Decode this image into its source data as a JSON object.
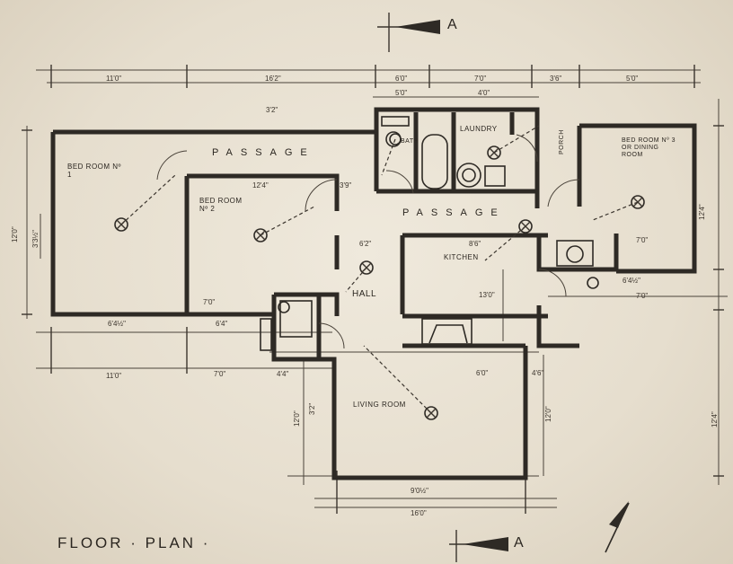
{
  "sheet": {
    "title": "FLOOR · PLAN ·",
    "section_mark": "A"
  },
  "rooms": {
    "bed_room_1": "BED ROOM Nº 1",
    "bed_room_2": "BED ROOM Nº 2",
    "bed_room_3": "BED ROOM Nº 3 OR DINING ROOM",
    "passage": "PASSAGE",
    "bath": "BATH",
    "laundry": "LAUNDRY",
    "porch": "PORCH",
    "kitchen": "KITCHEN",
    "hall": "HALL",
    "living_room": "LIVING ROOM"
  },
  "dimensions": {
    "top_11": "11'0\"",
    "top_16": "16'2\"",
    "top_6": "6'0\"",
    "top_7": "7'0\"",
    "top_3": "3'6\"",
    "top_5": "5'0\"",
    "sub_5": "5'0\"",
    "sub_4": "4'0\"",
    "sub_3": "3'2\"",
    "br2_width": "12'4\"",
    "left_12": "12'0\"",
    "left_small": "3'3½\"",
    "bottom_4": "6'4½\"",
    "bottom_11": "11'0\"",
    "hall_7": "7'0\"",
    "hall_6": "6'4\"",
    "hall_7b": "7'0\"",
    "hall_4": "4'4\"",
    "kitchen_6": "6'2\"",
    "kitchen_8": "8'6\"",
    "kitchen_13": "13'0\"",
    "kitchen_c": "6'0\"",
    "k_4": "4'6\"",
    "right_12": "12'4\"",
    "right_7": "7'0\"",
    "right_6": "6'4½\"",
    "right_7b": "7'0\"",
    "right_12b": "12'4\"",
    "lr_12": "12'0\"",
    "lr_12b": "12'0\"",
    "lr_3": "3'2\"",
    "bot_9": "9'0½\"",
    "bot_16": "16'0\"",
    "misc_3": "3'9\""
  }
}
